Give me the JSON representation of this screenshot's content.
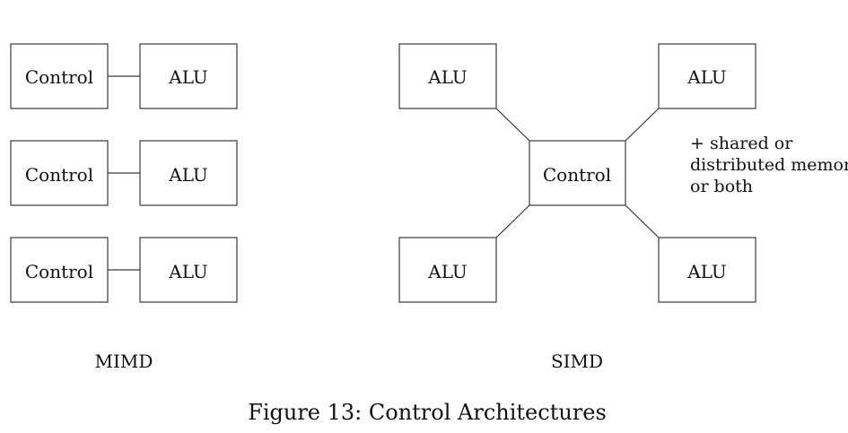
{
  "mimd": {
    "label": "MIMD",
    "rows": [
      {
        "control": "Control",
        "alu": "ALU"
      },
      {
        "control": "Control",
        "alu": "ALU"
      },
      {
        "control": "Control",
        "alu": "ALU"
      }
    ]
  },
  "simd": {
    "label": "SIMD",
    "control": "Control",
    "alus": [
      "ALU",
      "ALU",
      "ALU",
      "ALU"
    ],
    "note_lines": [
      "+ shared or",
      "distributed memory",
      "or both"
    ]
  },
  "caption": "Figure 13: Control Architectures"
}
